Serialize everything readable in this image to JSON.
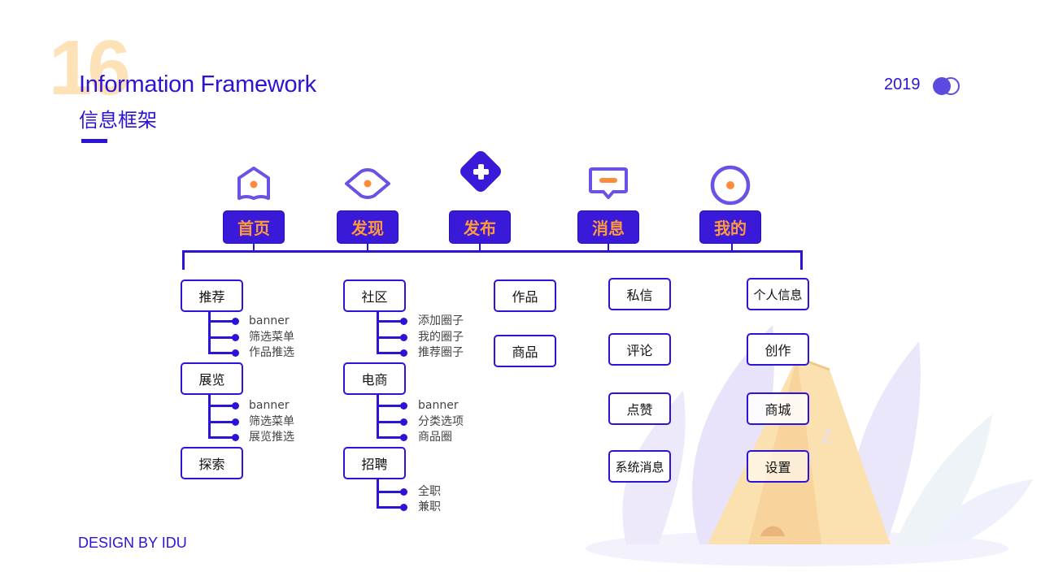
{
  "header": {
    "page_number": "16",
    "title_en": "Information Framework",
    "title_cn": "信息框架",
    "year": "2019"
  },
  "footer": {
    "credit": "DESIGN BY IDU"
  },
  "colors": {
    "primary": "#2b14d6",
    "nav_fill": "#3a19d8",
    "accent": "#ff9a3c",
    "page_number": "#fde2b8"
  },
  "nav": [
    {
      "label": "首页",
      "icon": "home-icon"
    },
    {
      "label": "发现",
      "icon": "eye-icon"
    },
    {
      "label": "发布",
      "icon": "plus-icon"
    },
    {
      "label": "消息",
      "icon": "message-icon"
    },
    {
      "label": "我的",
      "icon": "profile-icon"
    }
  ],
  "columns": {
    "home": [
      {
        "label": "推荐",
        "children": [
          "banner",
          "筛选菜单",
          "作品推选"
        ]
      },
      {
        "label": "展览",
        "children": [
          "banner",
          "筛选菜单",
          "展览推选"
        ]
      },
      {
        "label": "探索",
        "children": []
      }
    ],
    "discover": [
      {
        "label": "社区",
        "children": [
          "添加圈子",
          "我的圈子",
          "推荐圈子"
        ]
      },
      {
        "label": "电商",
        "children": [
          "banner",
          "分类选项",
          "商品圈"
        ]
      },
      {
        "label": "招聘",
        "children": [
          "全职",
          "兼职"
        ]
      }
    ],
    "publish": [
      {
        "label": "作品"
      },
      {
        "label": "商品"
      }
    ],
    "messages": [
      {
        "label": "私信"
      },
      {
        "label": "评论"
      },
      {
        "label": "点赞"
      },
      {
        "label": "系统消息"
      }
    ],
    "mine": [
      {
        "label": "个人信息"
      },
      {
        "label": "创作"
      },
      {
        "label": "商城"
      },
      {
        "label": "设置"
      }
    ]
  }
}
